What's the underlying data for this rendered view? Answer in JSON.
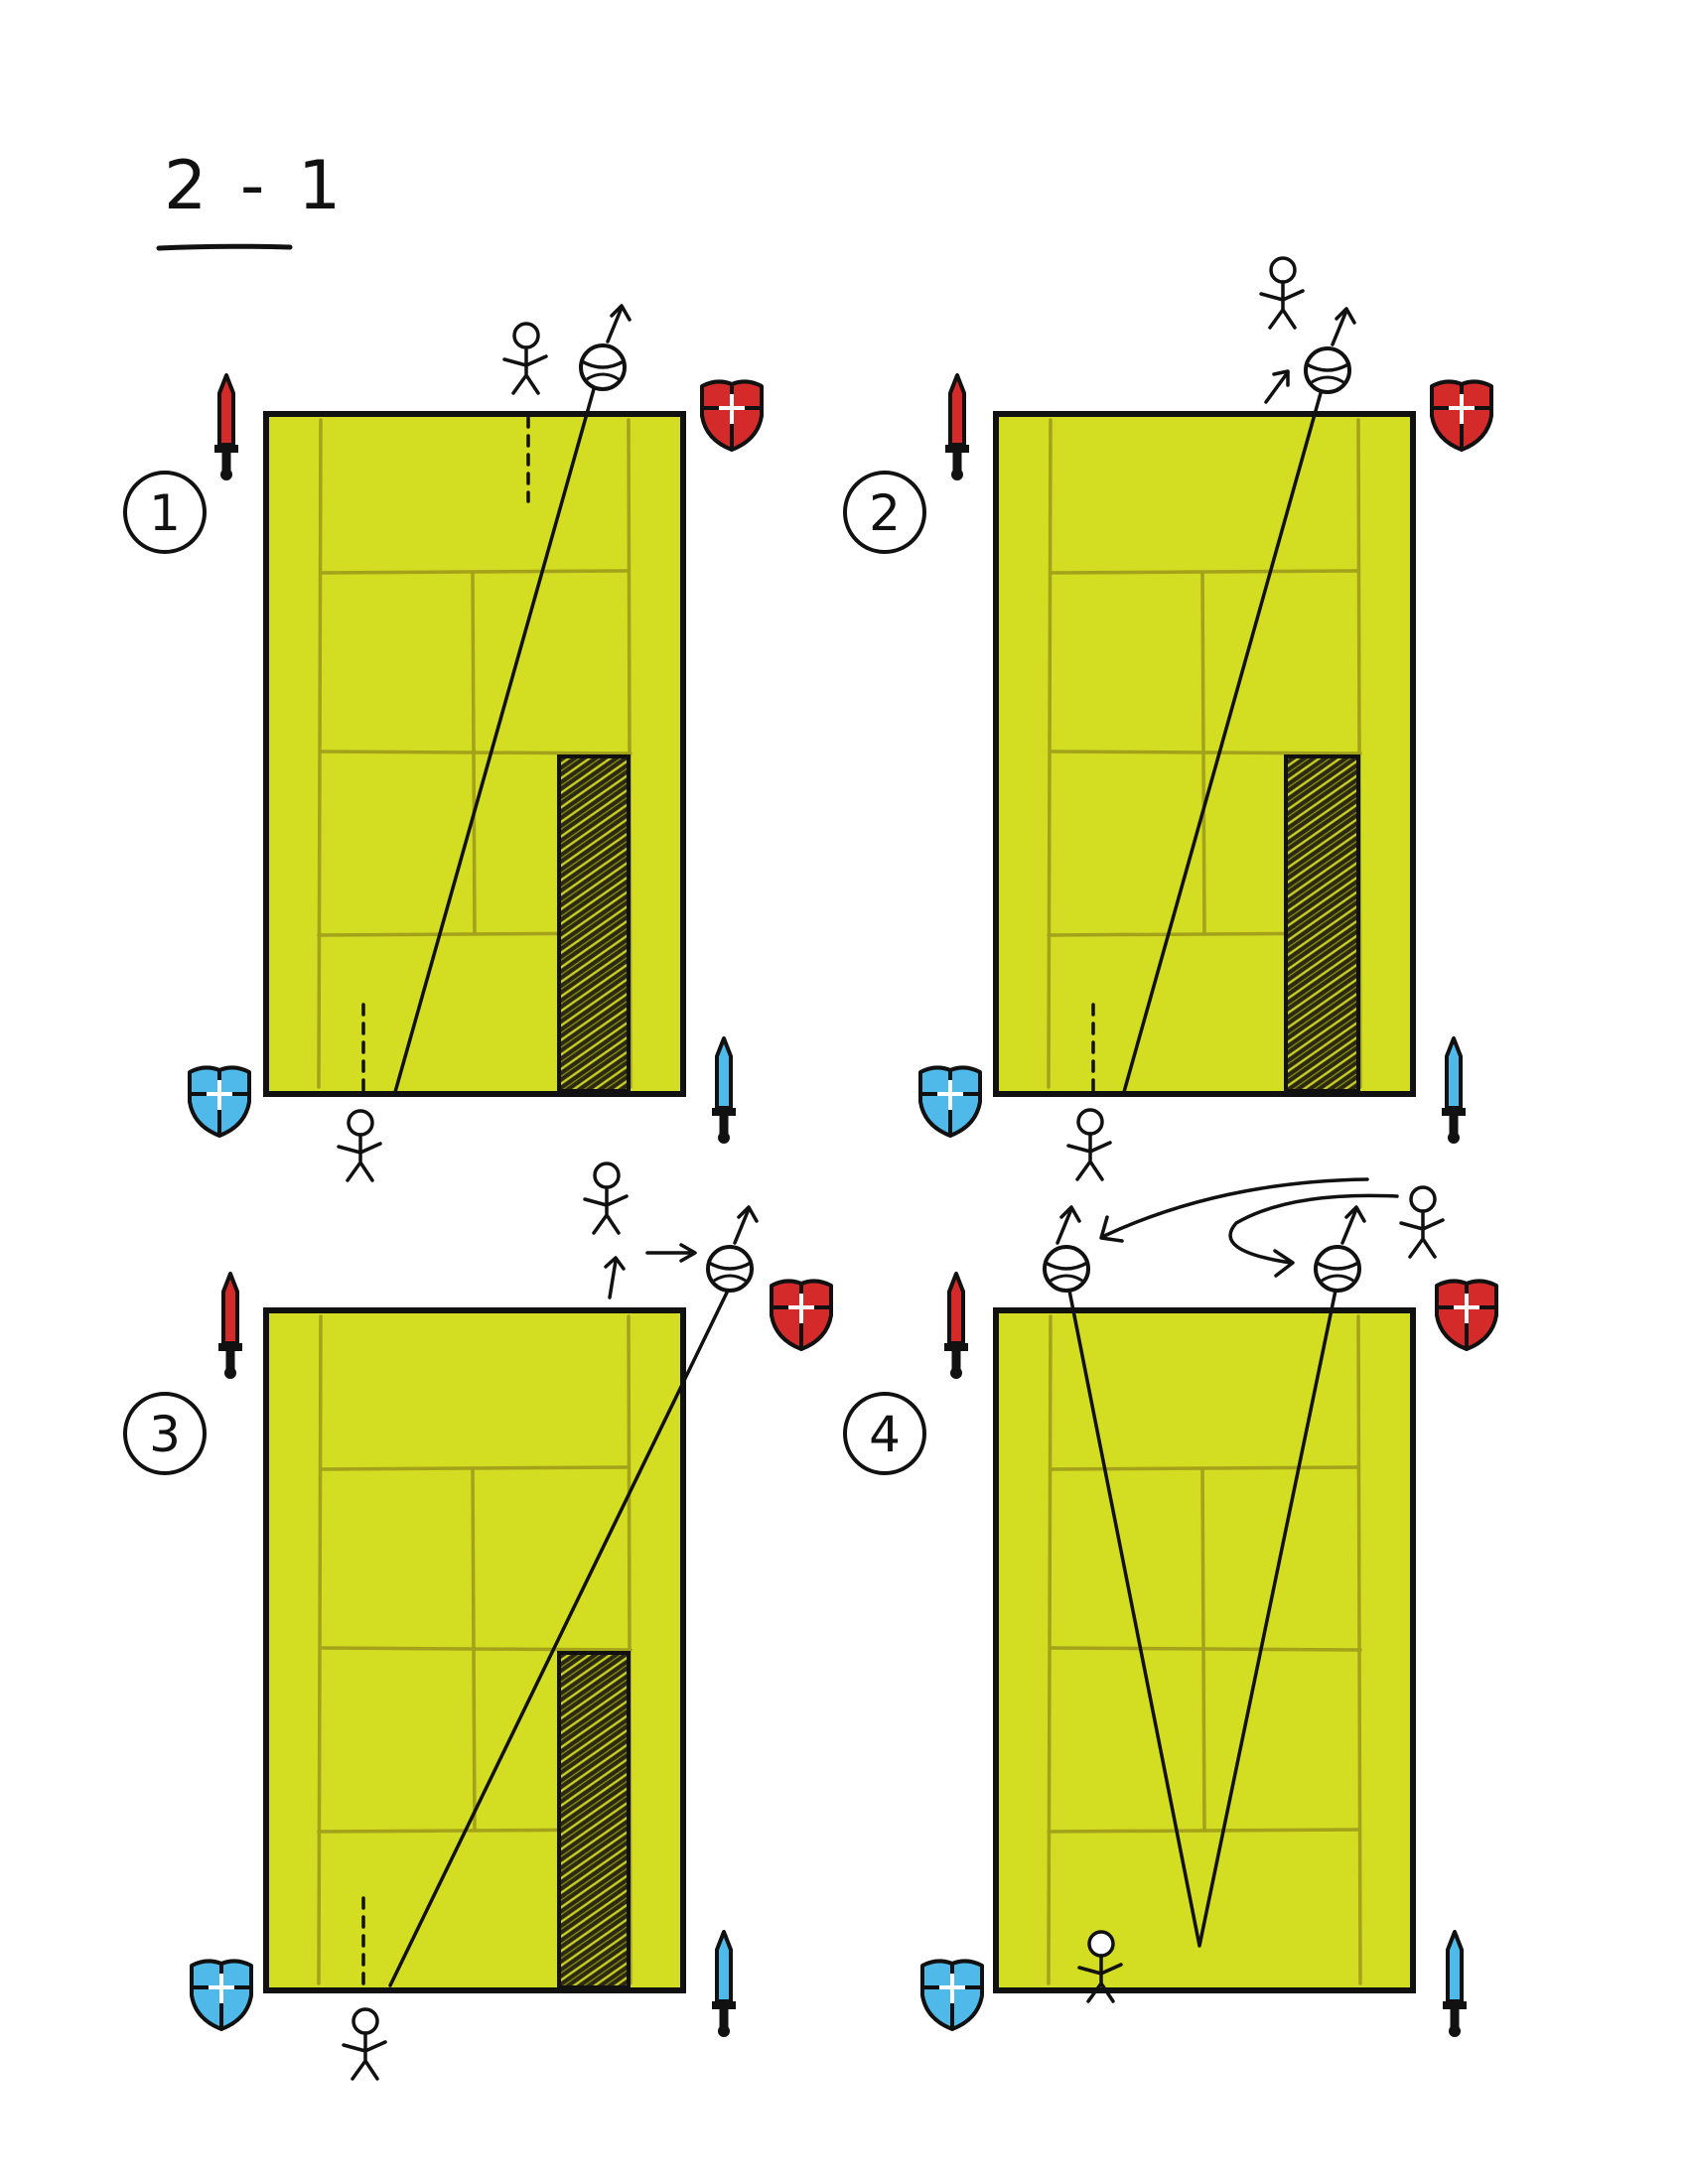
{
  "title": "2 - 1",
  "colors": {
    "court": "#d3dd22",
    "court_lines": "#a3a21a",
    "red_team": "#d42a2a",
    "blue_team": "#4fb9ea",
    "ink": "#111111",
    "paper": "#ffffff"
  },
  "legend_icons": {
    "attack": "sword-icon",
    "defense": "shield-icon",
    "player": "stick-figure-icon",
    "ball": "tennis-ball-icon"
  },
  "panels": [
    {
      "step": "1",
      "red": "top",
      "blue": "bottom",
      "target_zone": true
    },
    {
      "step": "2",
      "red": "top",
      "blue": "bottom",
      "target_zone": true
    },
    {
      "step": "3",
      "red": "top",
      "blue": "bottom",
      "target_zone": true
    },
    {
      "step": "4",
      "red": "top",
      "blue": "bottom",
      "target_zone": false
    }
  ]
}
